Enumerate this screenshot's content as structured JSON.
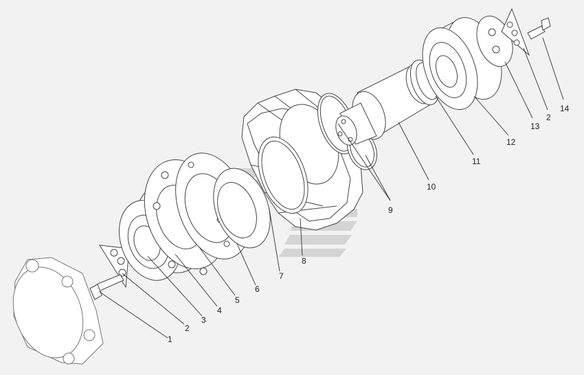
{
  "diagram": {
    "callouts": [
      {
        "id": "c1",
        "label": "1"
      },
      {
        "id": "c2a",
        "label": "2"
      },
      {
        "id": "c3",
        "label": "3"
      },
      {
        "id": "c4",
        "label": "4"
      },
      {
        "id": "c5",
        "label": "5"
      },
      {
        "id": "c6",
        "label": "6"
      },
      {
        "id": "c7",
        "label": "7"
      },
      {
        "id": "c8",
        "label": "8"
      },
      {
        "id": "c9",
        "label": "9"
      },
      {
        "id": "c10",
        "label": "10"
      },
      {
        "id": "c11",
        "label": "11"
      },
      {
        "id": "c12",
        "label": "12"
      },
      {
        "id": "c13",
        "label": "13"
      },
      {
        "id": "c2b",
        "label": "2"
      },
      {
        "id": "c14",
        "label": "14"
      }
    ]
  }
}
